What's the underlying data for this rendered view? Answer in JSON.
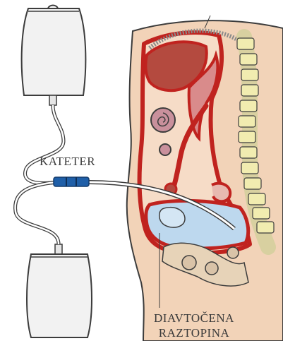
{
  "labels": {
    "catheter": "KATETER",
    "solution_line1": "DIAVTOČENA",
    "solution_line2": "RAZTOPINA"
  },
  "colors": {
    "bag_fill": "#f2f2f2",
    "outline": "#3c3c3c",
    "skin": "#f2d3b8",
    "tissue_red": "#c0231f",
    "organ_fill": "#b44a3f",
    "fluid_blue": "#bdd8ee",
    "spine_bone": "#f1ecb0",
    "connector_blue": "#1f5fa8",
    "intestine_pink": "#c9909c"
  }
}
